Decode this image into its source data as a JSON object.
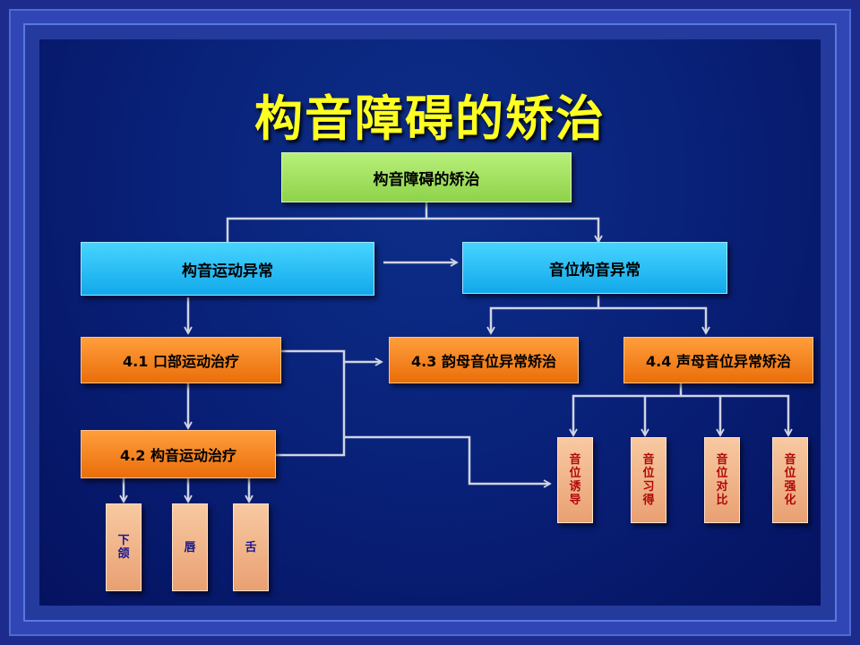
{
  "title": "构音障碍的矫治",
  "nodes": {
    "root": "构音障碍的矫治",
    "motor": "构音运动异常",
    "phon": "音位构音异常",
    "n41": "4.1  口部运动治疗",
    "n42": "4.2  构音运动治疗",
    "n43": "4.3  韵母音位异常矫治",
    "n44": "4.4  声母音位异常矫治"
  },
  "motor_leaves": [
    [
      "下",
      "颌"
    ],
    [
      "唇"
    ],
    [
      "舌"
    ]
  ],
  "phoneme_leaves": [
    [
      "音",
      "位",
      "诱",
      "导"
    ],
    [
      "音",
      "位",
      "习",
      "得"
    ],
    [
      "音",
      "位",
      "对",
      "比"
    ],
    [
      "音",
      "位",
      "强",
      "化"
    ]
  ],
  "colors": {
    "title": "#ffff22",
    "connector": "#d0d4e4",
    "leaf_text_red": "#b0080a",
    "leaf_text_navy": "#1a1890"
  }
}
